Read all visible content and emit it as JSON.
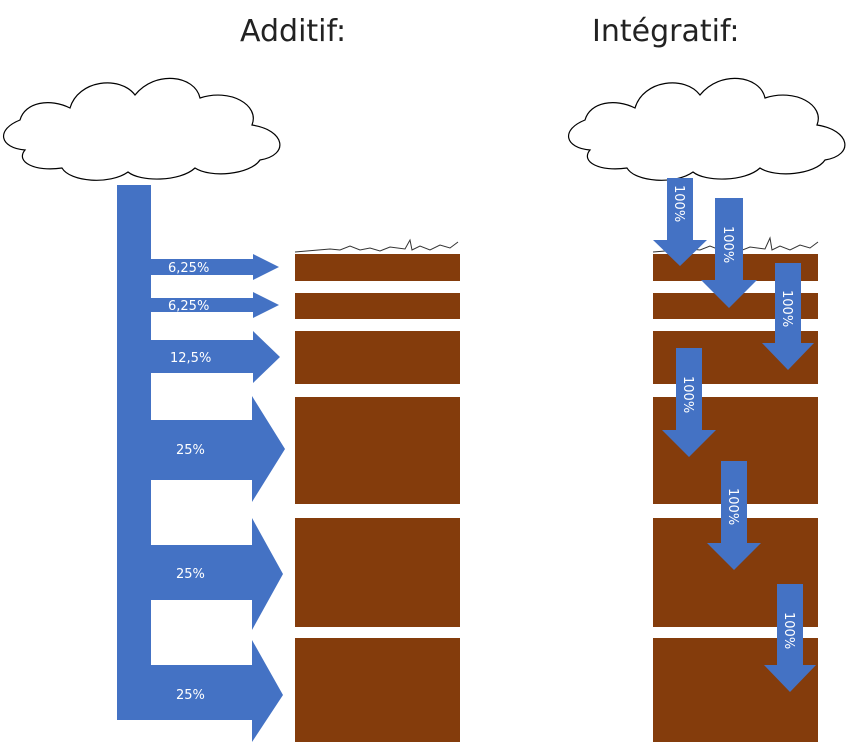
{
  "titles": {
    "left": "Additif:",
    "right": "Intégratif:"
  },
  "additive": {
    "labels": [
      "6,25%",
      "6,25%",
      "12,5%",
      "25%",
      "25%",
      "25%"
    ]
  },
  "integrative": {
    "labels": [
      "100%",
      "100%",
      "100%",
      "100%",
      "100%",
      "100%"
    ]
  },
  "colors": {
    "arrow": "#4472C4",
    "soil": "#843C0C",
    "cloud_stroke": "#000000"
  }
}
